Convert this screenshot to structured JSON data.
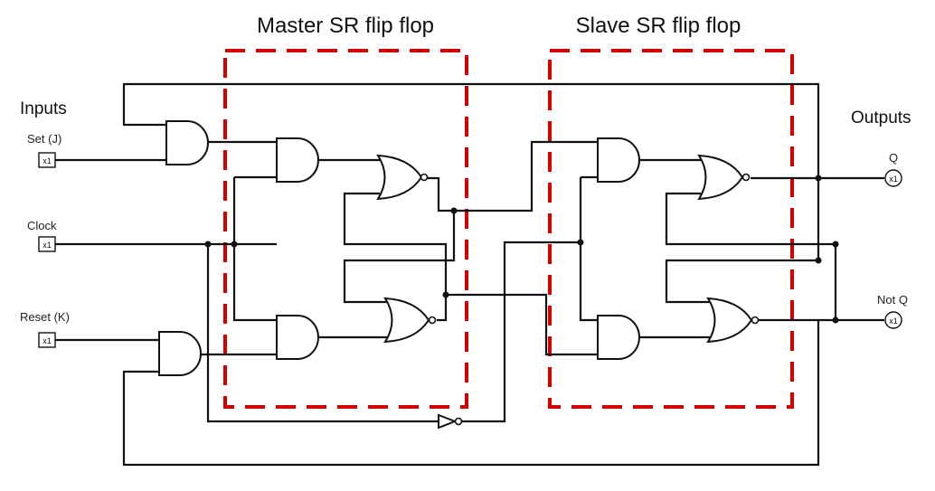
{
  "titles": {
    "master": "Master SR flip flop",
    "slave": "Slave SR flip flop"
  },
  "headings": {
    "inputs": "Inputs",
    "outputs": "Outputs"
  },
  "input_labels": {
    "set": "Set (J)",
    "clock": "Clock",
    "reset": "Reset (K)"
  },
  "output_labels": {
    "q": "Q",
    "not_q": "Not Q"
  },
  "terminal_text": "x1",
  "colors": {
    "box": "#d40000",
    "wire": "#111111"
  }
}
